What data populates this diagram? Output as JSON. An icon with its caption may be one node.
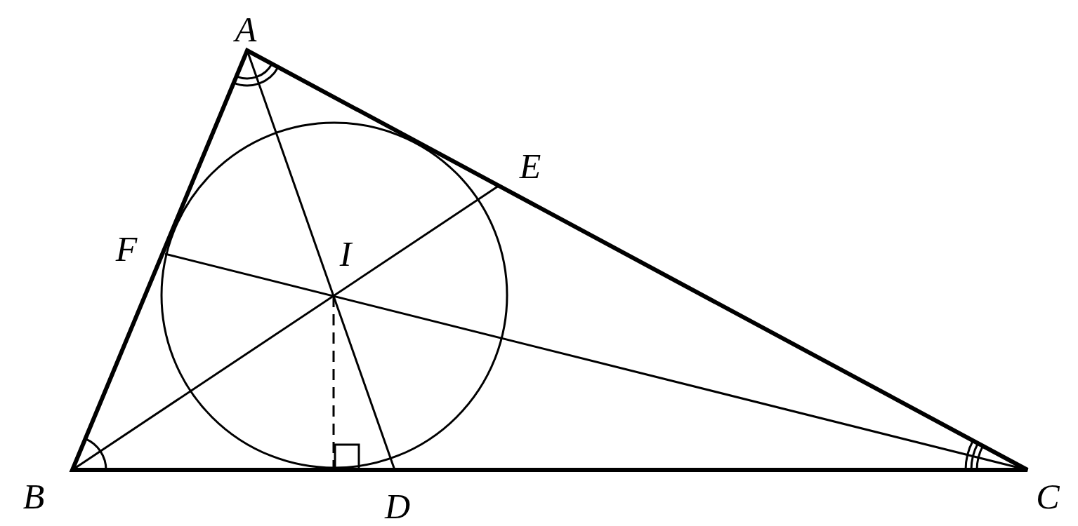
{
  "diagram": {
    "labels": [
      "A",
      "E",
      "F",
      "I",
      "B",
      "D",
      "C"
    ]
  }
}
